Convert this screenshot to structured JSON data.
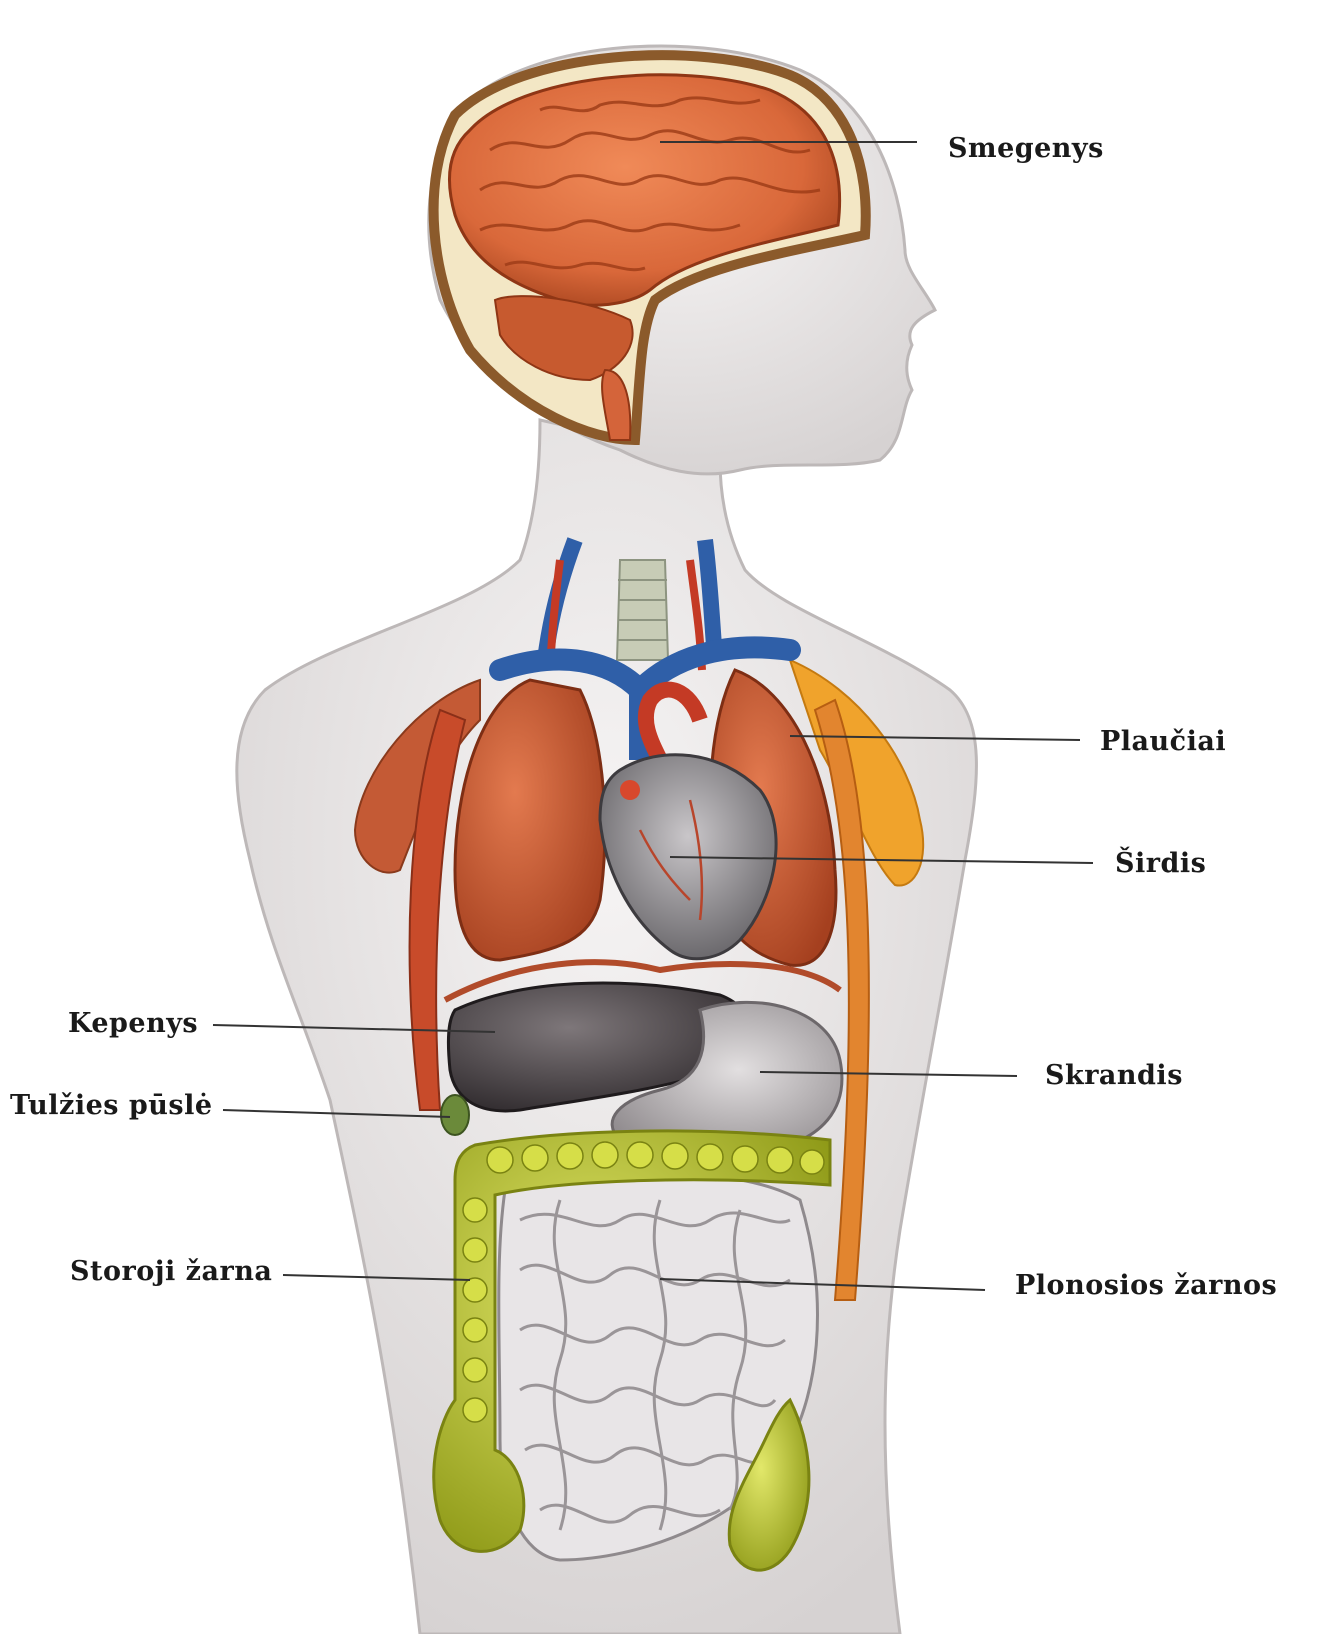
{
  "diagram": {
    "labels": {
      "brain": "Smegenys",
      "lungs": "Plaučiai",
      "heart": "Širdis",
      "liver": "Kepenys",
      "stomach": "Skrandis",
      "gallbladder": "Tulžies pūslė",
      "large_intestine": "Storoji žarna",
      "small_intestine": "Plonosios žarnos"
    },
    "colors": {
      "background": "#ffffff",
      "skin": "#e9e6e6",
      "skin_outline": "#b9b4b4",
      "brain": "#d9683a",
      "lungs": "#c8572f",
      "heart": "#8f8c90",
      "liver": "#4b4549",
      "stomach": "#b7b3b5",
      "colon": "#c2cc2c",
      "small_intestine": "#e6e3e5",
      "vein": "#2f5fa8",
      "muscle": "#f0a32c"
    }
  }
}
